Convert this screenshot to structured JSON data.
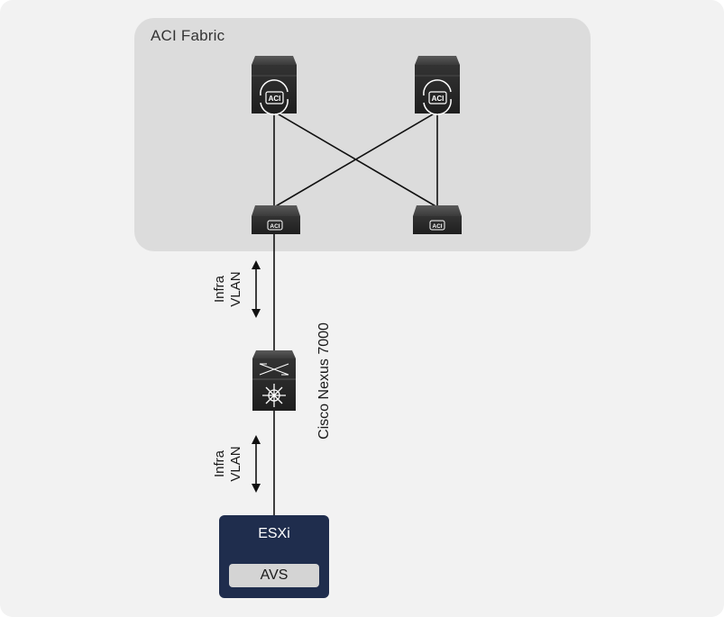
{
  "fabric": {
    "label": "ACI Fabric"
  },
  "spines": [
    {
      "badge": "ACI"
    },
    {
      "badge": "ACI"
    }
  ],
  "leaves": [
    {
      "badge": "ACI"
    },
    {
      "badge": "ACI"
    }
  ],
  "links": {
    "upper": {
      "label_line1": "Infra",
      "label_line2": "VLAN"
    },
    "lower": {
      "label_line1": "Infra",
      "label_line2": "VLAN"
    }
  },
  "nexus": {
    "label": "Cisco Nexus 7000"
  },
  "host": {
    "title": "ESXi",
    "vswitch": "AVS"
  },
  "colors": {
    "background": "#f2f2f2",
    "fabric_area": "#dcdcdc",
    "device_dark": "#2b2b2b",
    "host_navy": "#1f2d4d",
    "avs_box": "#d4d4d4",
    "line": "#111111"
  }
}
